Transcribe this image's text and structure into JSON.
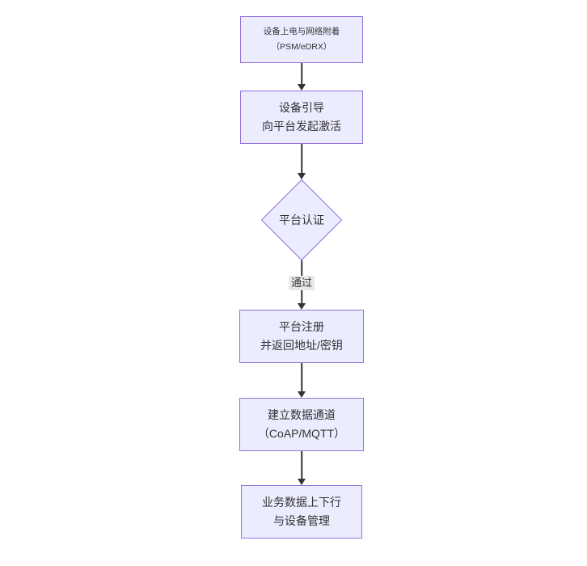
{
  "colors": {
    "background": "#ffffff",
    "node_fill": "#ECECFF",
    "node_border": "#9370DB",
    "text": "#333333",
    "arrow": "#333333",
    "edge_label_bg": "#e8e8e8"
  },
  "flowchart": {
    "direction": "top-down",
    "nodes": [
      {
        "id": "power-network-attach",
        "shape": "rect",
        "lines": [
          "设备上电与网络附着",
          "（PSM/eDRX）"
        ]
      },
      {
        "id": "device-bootstrap",
        "shape": "rect",
        "lines": [
          "设备引导",
          "向平台发起激活"
        ]
      },
      {
        "id": "platform-auth",
        "shape": "diamond",
        "lines": [
          "平台认证"
        ]
      },
      {
        "id": "platform-register",
        "shape": "rect",
        "lines": [
          "平台注册",
          "并返回地址/密钥"
        ]
      },
      {
        "id": "data-channel",
        "shape": "rect",
        "lines": [
          "建立数据通道",
          "（CoAP/MQTT）"
        ]
      },
      {
        "id": "business-data",
        "shape": "rect",
        "lines": [
          "业务数据上下行",
          "与设备管理"
        ]
      }
    ],
    "edges": [
      {
        "from": "power-network-attach",
        "to": "device-bootstrap",
        "label": ""
      },
      {
        "from": "device-bootstrap",
        "to": "platform-auth",
        "label": ""
      },
      {
        "from": "platform-auth",
        "to": "platform-register",
        "label": "通过"
      },
      {
        "from": "platform-register",
        "to": "data-channel",
        "label": ""
      },
      {
        "from": "data-channel",
        "to": "business-data",
        "label": ""
      }
    ]
  }
}
